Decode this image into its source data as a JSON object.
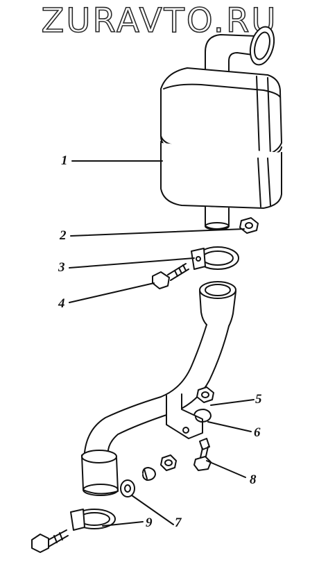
{
  "watermark": {
    "text": "ZURAVTO.RU"
  },
  "callouts": [
    {
      "id": "1",
      "label": "1"
    },
    {
      "id": "2",
      "label": "2"
    },
    {
      "id": "3",
      "label": "3"
    },
    {
      "id": "4",
      "label": "4"
    },
    {
      "id": "5",
      "label": "5"
    },
    {
      "id": "6",
      "label": "6"
    },
    {
      "id": "7",
      "label": "7"
    },
    {
      "id": "8",
      "label": "8"
    },
    {
      "id": "9",
      "label": "9"
    }
  ],
  "colors": {
    "ink": "#111111",
    "paper": "#ffffff"
  }
}
